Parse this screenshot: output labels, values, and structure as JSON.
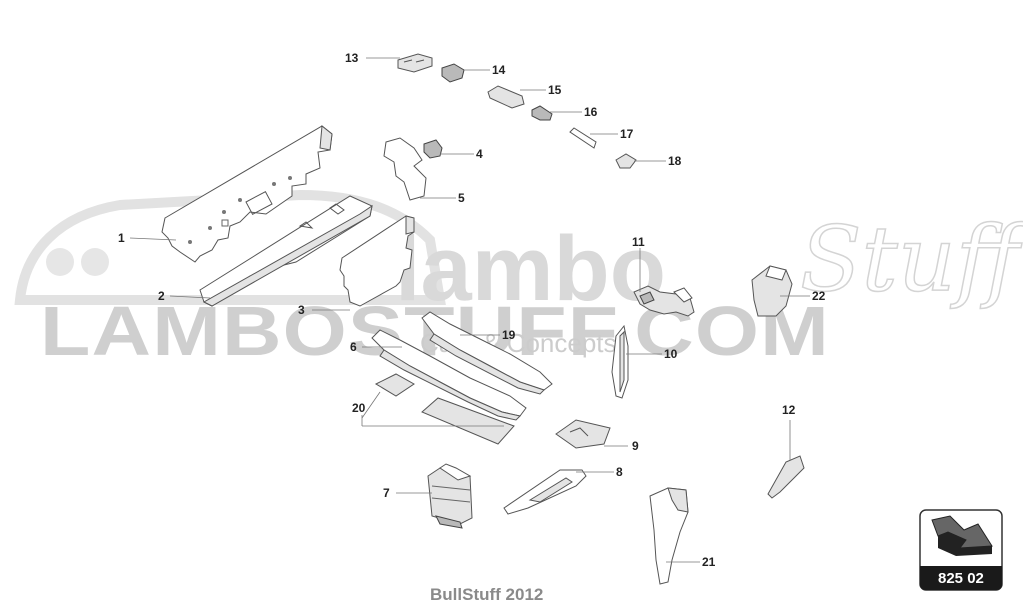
{
  "watermark": {
    "main": "LAMBOSTUFF.COM",
    "lambo": "lambo",
    "script": "Stuff",
    "sub": "Cars & Concepts"
  },
  "footer": "BullStuff 2012",
  "badge": {
    "code": "825 02",
    "icon": "arrow-navigation-icon"
  },
  "callouts": [
    {
      "id": "callout-1",
      "label": "1"
    },
    {
      "id": "callout-2",
      "label": "2"
    },
    {
      "id": "callout-3",
      "label": "3"
    },
    {
      "id": "callout-4",
      "label": "4"
    },
    {
      "id": "callout-5",
      "label": "5"
    },
    {
      "id": "callout-6",
      "label": "6"
    },
    {
      "id": "callout-7",
      "label": "7"
    },
    {
      "id": "callout-8",
      "label": "8"
    },
    {
      "id": "callout-9",
      "label": "9"
    },
    {
      "id": "callout-10",
      "label": "10"
    },
    {
      "id": "callout-11",
      "label": "11"
    },
    {
      "id": "callout-12",
      "label": "12"
    },
    {
      "id": "callout-13",
      "label": "13"
    },
    {
      "id": "callout-14",
      "label": "14"
    },
    {
      "id": "callout-15",
      "label": "15"
    },
    {
      "id": "callout-16",
      "label": "16"
    },
    {
      "id": "callout-17",
      "label": "17"
    },
    {
      "id": "callout-18",
      "label": "18"
    },
    {
      "id": "callout-19",
      "label": "19"
    },
    {
      "id": "callout-20",
      "label": "20"
    },
    {
      "id": "callout-21",
      "label": "21"
    },
    {
      "id": "callout-22",
      "label": "22"
    }
  ]
}
